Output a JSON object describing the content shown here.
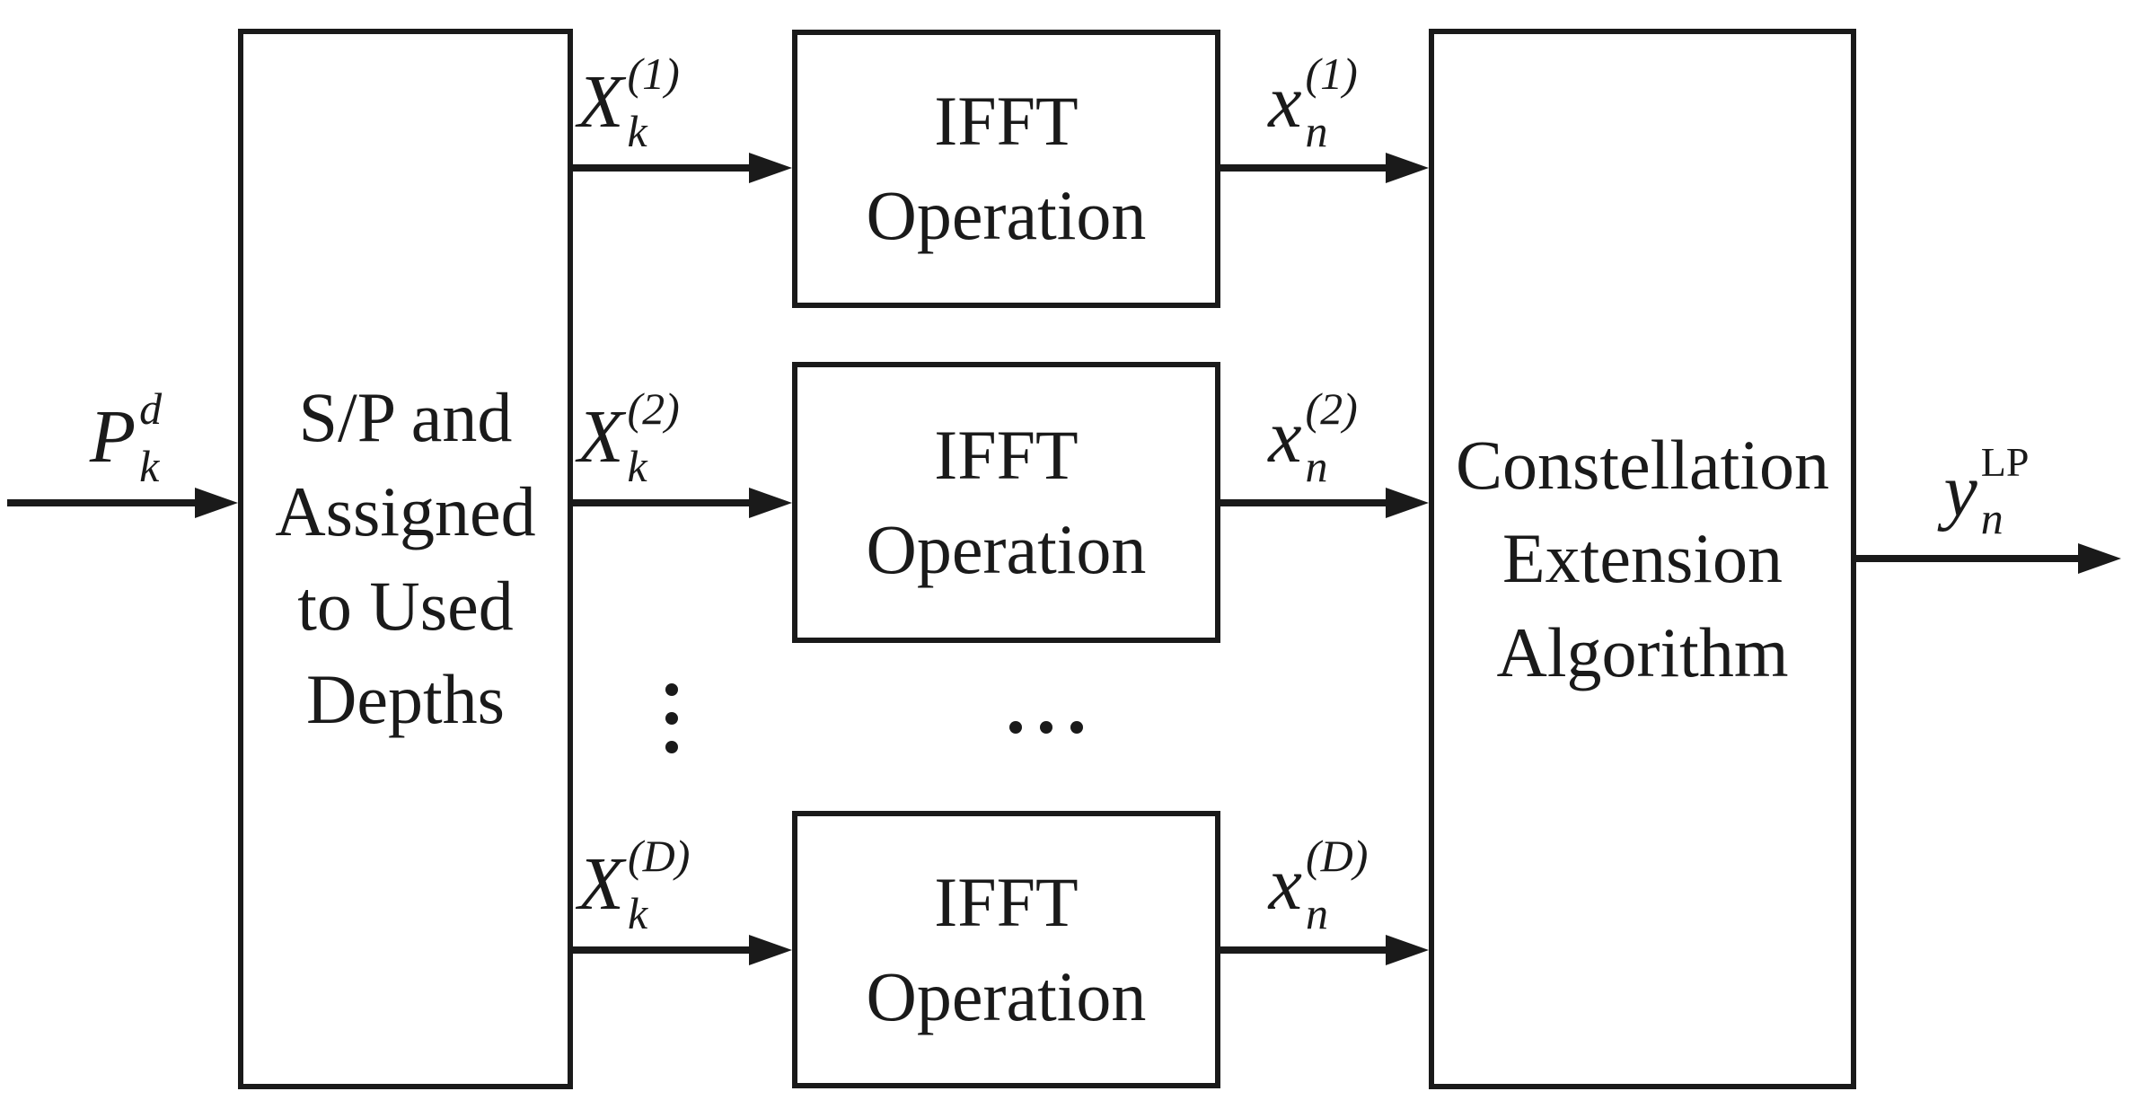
{
  "figure": {
    "background": "#ffffff",
    "ink": "#1a1a1a",
    "nodes": {
      "sp": {
        "lines": [
          "S/P and",
          "Assigned",
          "to Used",
          "Depths"
        ]
      },
      "ifft1": {
        "lines": [
          "IFFT",
          "Operation"
        ]
      },
      "ifft2": {
        "lines": [
          "IFFT",
          "Operation"
        ]
      },
      "ifft3": {
        "lines": [
          "IFFT",
          "Operation"
        ]
      },
      "cea": {
        "lines": [
          "Constellation",
          "Extension",
          "Algorithm"
        ]
      }
    },
    "labels": {
      "input": {
        "base": "P",
        "sup": "d",
        "sub": "k"
      },
      "x1": {
        "base": "X",
        "sup": "(1)",
        "sub": "k"
      },
      "x2": {
        "base": "X",
        "sup": "(2)",
        "sub": "k"
      },
      "xD": {
        "base": "X",
        "sup": "(D)",
        "sub": "k"
      },
      "n1": {
        "base": "x",
        "sup": "(1)",
        "sub": "n"
      },
      "n2": {
        "base": "x",
        "sup": "(2)",
        "sub": "n"
      },
      "nD": {
        "base": "x",
        "sup": "(D)",
        "sub": "n"
      },
      "output": {
        "base": "y",
        "sup": "LP",
        "sub": "n"
      }
    },
    "ellipses": {
      "vertical": "⋮",
      "horizontal": "⋯"
    }
  }
}
